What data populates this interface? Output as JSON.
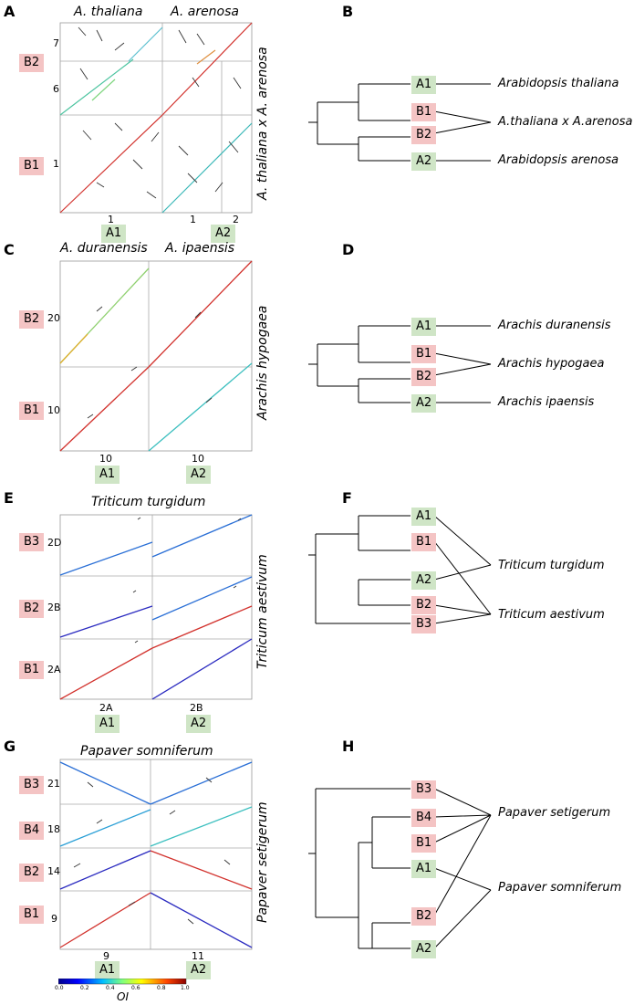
{
  "panels": [
    {
      "dot": {
        "letter": "A",
        "top_titles": [
          "A. thaliana",
          "A. arenosa"
        ],
        "side_title": "A. thaliana x A. arenosa",
        "row_tags": [
          {
            "text": "B2",
            "kind": "b"
          },
          {
            "text": "B1",
            "kind": "b"
          }
        ],
        "row_ticks": [
          "7",
          "6",
          "1"
        ],
        "col_ticks": [
          "1",
          "1",
          "2"
        ],
        "col_tags": [
          {
            "text": "A1",
            "kind": "a"
          },
          {
            "text": "A2",
            "kind": "a"
          }
        ]
      },
      "tree": {
        "letter": "B",
        "tips": [
          {
            "text": "A1",
            "kind": "a"
          },
          {
            "text": "B1",
            "kind": "b"
          },
          {
            "text": "B2",
            "kind": "b"
          },
          {
            "text": "A2",
            "kind": "a"
          }
        ],
        "species": [
          "Arabidopsis thaliana",
          "A.thaliana x A.arenosa",
          "Arabidopsis arenosa"
        ]
      }
    },
    {
      "dot": {
        "letter": "C",
        "top_titles": [
          "A. duranensis",
          "A. ipaensis"
        ],
        "side_title": "Arachis hypogaea",
        "row_tags": [
          {
            "text": "B2",
            "kind": "b"
          },
          {
            "text": "B1",
            "kind": "b"
          }
        ],
        "row_ticks": [
          "20",
          "10"
        ],
        "col_ticks": [
          "10",
          "10"
        ],
        "col_tags": [
          {
            "text": "A1",
            "kind": "a"
          },
          {
            "text": "A2",
            "kind": "a"
          }
        ]
      },
      "tree": {
        "letter": "D",
        "tips": [
          {
            "text": "A1",
            "kind": "a"
          },
          {
            "text": "B1",
            "kind": "b"
          },
          {
            "text": "B2",
            "kind": "b"
          },
          {
            "text": "A2",
            "kind": "a"
          }
        ],
        "species": [
          "Arachis duranensis",
          "Arachis hypogaea",
          "Arachis ipaensis"
        ]
      }
    },
    {
      "dot": {
        "letter": "E",
        "top_titles": [
          "Triticum turgidum"
        ],
        "side_title": "Triticum aestivum",
        "row_tags": [
          {
            "text": "B3",
            "kind": "b"
          },
          {
            "text": "B2",
            "kind": "b"
          },
          {
            "text": "B1",
            "kind": "b"
          }
        ],
        "row_ticks": [
          "2D",
          "2B",
          "2A"
        ],
        "col_ticks": [
          "2A",
          "2B"
        ],
        "col_tags": [
          {
            "text": "A1",
            "kind": "a"
          },
          {
            "text": "A2",
            "kind": "a"
          }
        ]
      },
      "tree": {
        "letter": "F",
        "tips": [
          {
            "text": "A1",
            "kind": "a"
          },
          {
            "text": "B1",
            "kind": "b"
          },
          {
            "text": "A2",
            "kind": "a"
          },
          {
            "text": "B2",
            "kind": "b"
          },
          {
            "text": "B3",
            "kind": "b"
          }
        ],
        "species": [
          "Triticum turgidum",
          "Triticum aestivum"
        ]
      }
    },
    {
      "dot": {
        "letter": "G",
        "top_titles": [
          "Papaver somniferum"
        ],
        "side_title": "Papaver setigerum",
        "row_tags": [
          {
            "text": "B3",
            "kind": "b"
          },
          {
            "text": "B4",
            "kind": "b"
          },
          {
            "text": "B2",
            "kind": "b"
          },
          {
            "text": "B1",
            "kind": "b"
          }
        ],
        "row_ticks": [
          "21",
          "18",
          "14",
          "9"
        ],
        "col_ticks": [
          "9",
          "11"
        ],
        "col_tags": [
          {
            "text": "A1",
            "kind": "a"
          },
          {
            "text": "A2",
            "kind": "a"
          }
        ]
      },
      "tree": {
        "letter": "H",
        "tips": [
          {
            "text": "B3",
            "kind": "b"
          },
          {
            "text": "B4",
            "kind": "b"
          },
          {
            "text": "B1",
            "kind": "b"
          },
          {
            "text": "A1",
            "kind": "a"
          },
          {
            "text": "B2",
            "kind": "b"
          },
          {
            "text": "A2",
            "kind": "a"
          }
        ],
        "species": [
          "Papaver setigerum",
          "Papaver somniferum"
        ]
      }
    }
  ],
  "colorbar": {
    "ticks": [
      "0.0",
      "0.2",
      "0.4",
      "0.6",
      "0.8",
      "1.0"
    ],
    "title": "OI"
  },
  "colors": {
    "tag_a_bg": "#cfe5c6",
    "tag_b_bg": "#f4c4c4",
    "oi_scale": [
      "#00008b",
      "#0000ff",
      "#00bfff",
      "#7fff7f",
      "#ffff00",
      "#ff4500",
      "#8b0000"
    ]
  }
}
